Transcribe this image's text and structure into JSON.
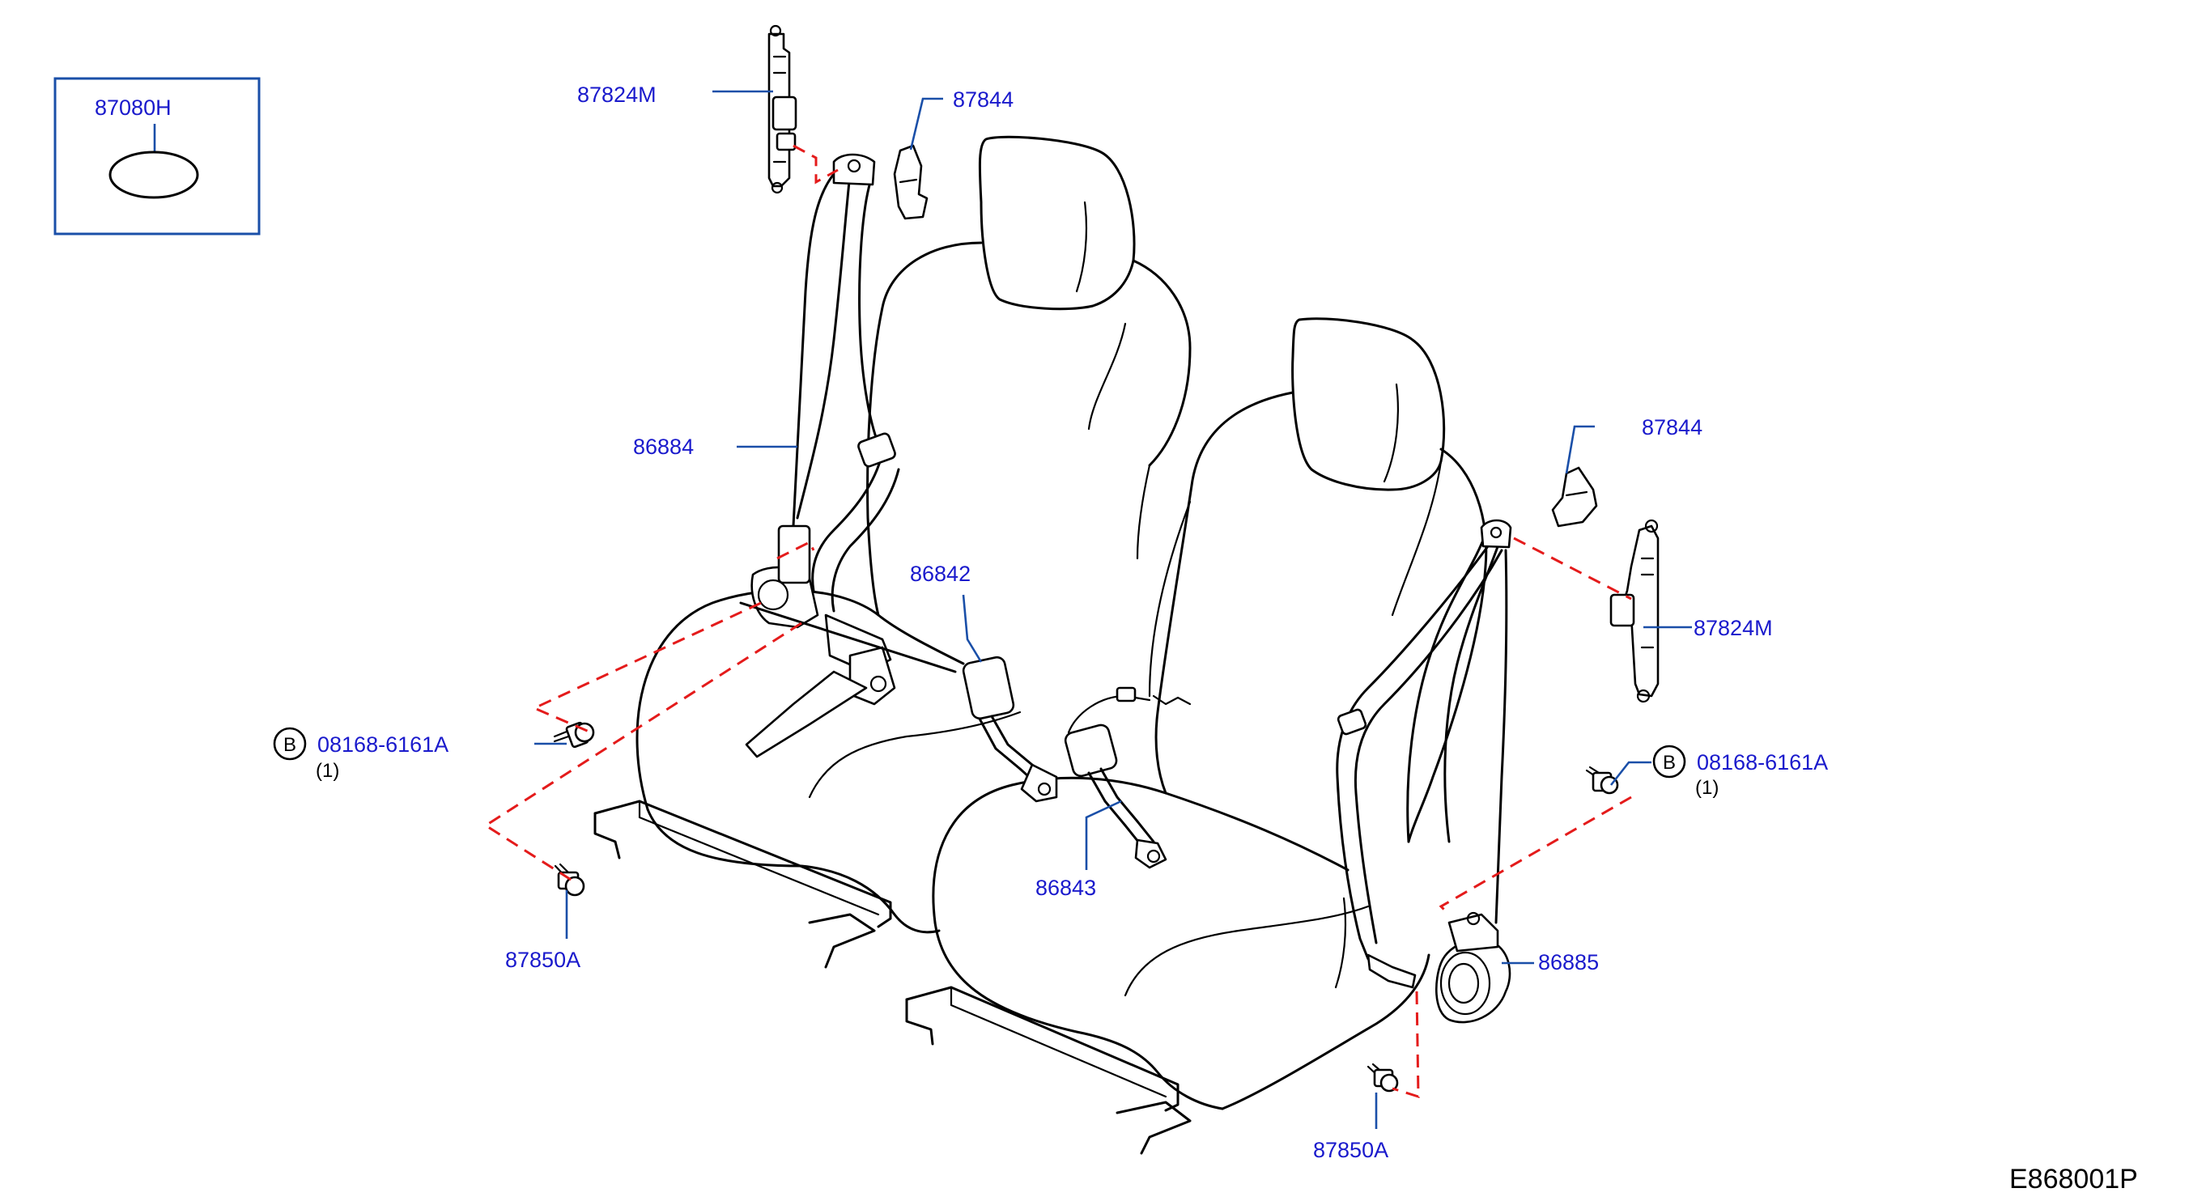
{
  "colors": {
    "callout_text": "#1a1acc",
    "leader_line": "#1a4fa8",
    "dashed_guide": "#e41b1b",
    "linework": "#000000",
    "background": "#ffffff"
  },
  "legend_box": {
    "part_number": "87080H",
    "symbol": "ellipse"
  },
  "callouts": {
    "left_adjuster_top": "87824M",
    "left_guide_cover": "87844",
    "left_belt": "86884",
    "center_buckle_left": "86842",
    "center_buckle_right": "86843",
    "right_guide_cover": "87844",
    "right_adjuster": "87824M",
    "right_belt": "86885",
    "left_bolt_label": "87850A",
    "right_bolt_label": "87850A"
  },
  "bolt_refs": {
    "left": {
      "symbol": "B",
      "part_number": "08168-6161A",
      "qty": "(1)"
    },
    "right": {
      "symbol": "B",
      "part_number": "08168-6161A",
      "qty": "(1)"
    }
  },
  "diagram_code": "E868001P"
}
